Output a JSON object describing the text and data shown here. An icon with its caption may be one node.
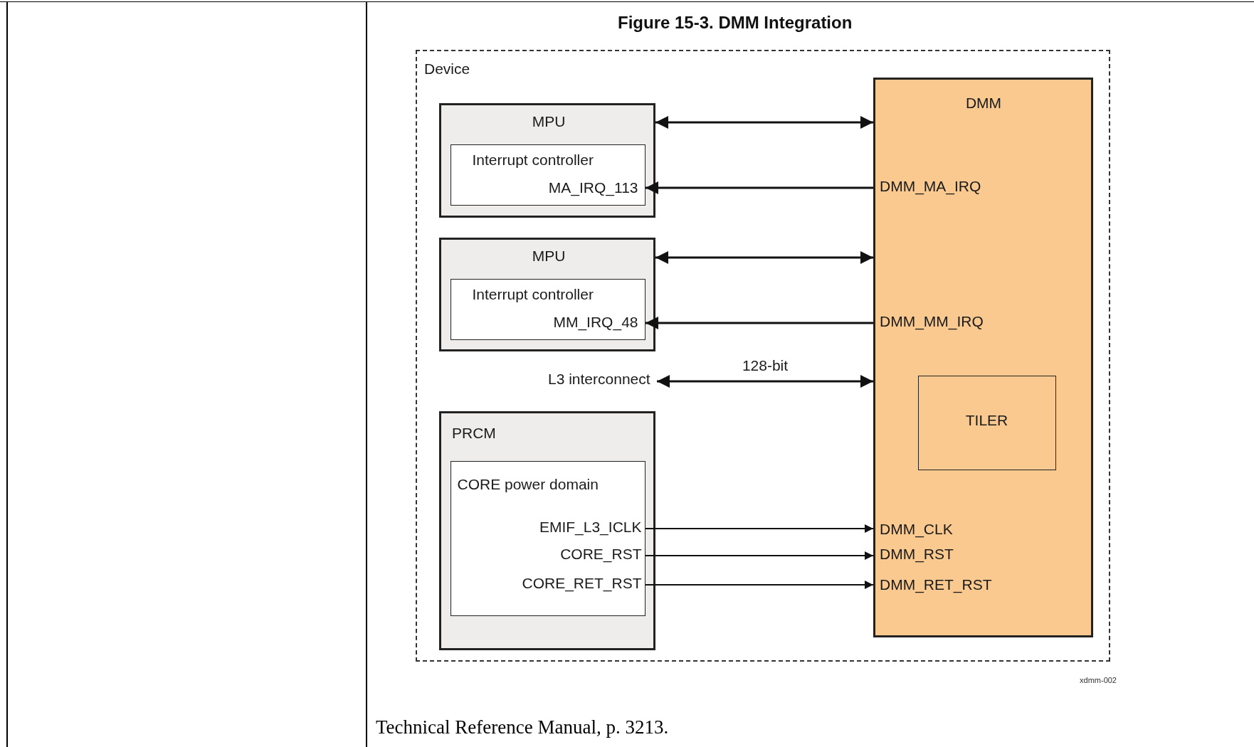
{
  "diagram": {
    "title": "Figure 15-3. DMM Integration",
    "caption": "Technical Reference Manual, p. 3213.",
    "nodes": [
      {
        "text": [
          "Device"
        ]
      },
      {
        "text": [
          "MPU"
        ],
        "in": 0
      },
      {
        "text": [
          "Interrupt controller",
          "MA_IRQ_113"
        ],
        "in": 1
      },
      {
        "text": [
          "MPU"
        ],
        "in": 0
      },
      {
        "text": [
          "Interrupt controller",
          "MM_IRQ_48"
        ],
        "in": 3
      },
      {
        "text": [
          "L3 interconnect"
        ],
        "in": 0
      },
      {
        "text": [
          "PRCM"
        ],
        "in": 0
      },
      {
        "text": [
          "CORE power domain",
          "EMIF_L3_ICLK",
          "CORE_RST",
          "CORE_RET_RST"
        ],
        "in": 6
      },
      {
        "text": [
          "DMM",
          "DMM_MA_IRQ",
          "DMM_MM_IRQ",
          "DMM_CLK",
          "DMM_RST",
          "DMM_RET_RST"
        ],
        "in": 0
      },
      {
        "text": [
          "TILER"
        ],
        "in": 8
      }
    ],
    "edges": [
      {
        "from": 1,
        "to": 8,
        "arrow": "both"
      },
      {
        "from": 8,
        "to": 2,
        "arrow": "to"
      },
      {
        "from": 3,
        "to": 8,
        "arrow": "both"
      },
      {
        "from": 8,
        "to": 4,
        "arrow": "to"
      },
      {
        "from": 5,
        "to": 8,
        "arrow": "both",
        "label": "128-bit"
      },
      {
        "from": 7,
        "to": 8,
        "arrow": "to"
      },
      {
        "from": 7,
        "to": 8,
        "arrow": "to"
      },
      {
        "from": 7,
        "to": 8,
        "arrow": "to"
      }
    ],
    "labels": [
      "xdmm-002"
    ]
  }
}
